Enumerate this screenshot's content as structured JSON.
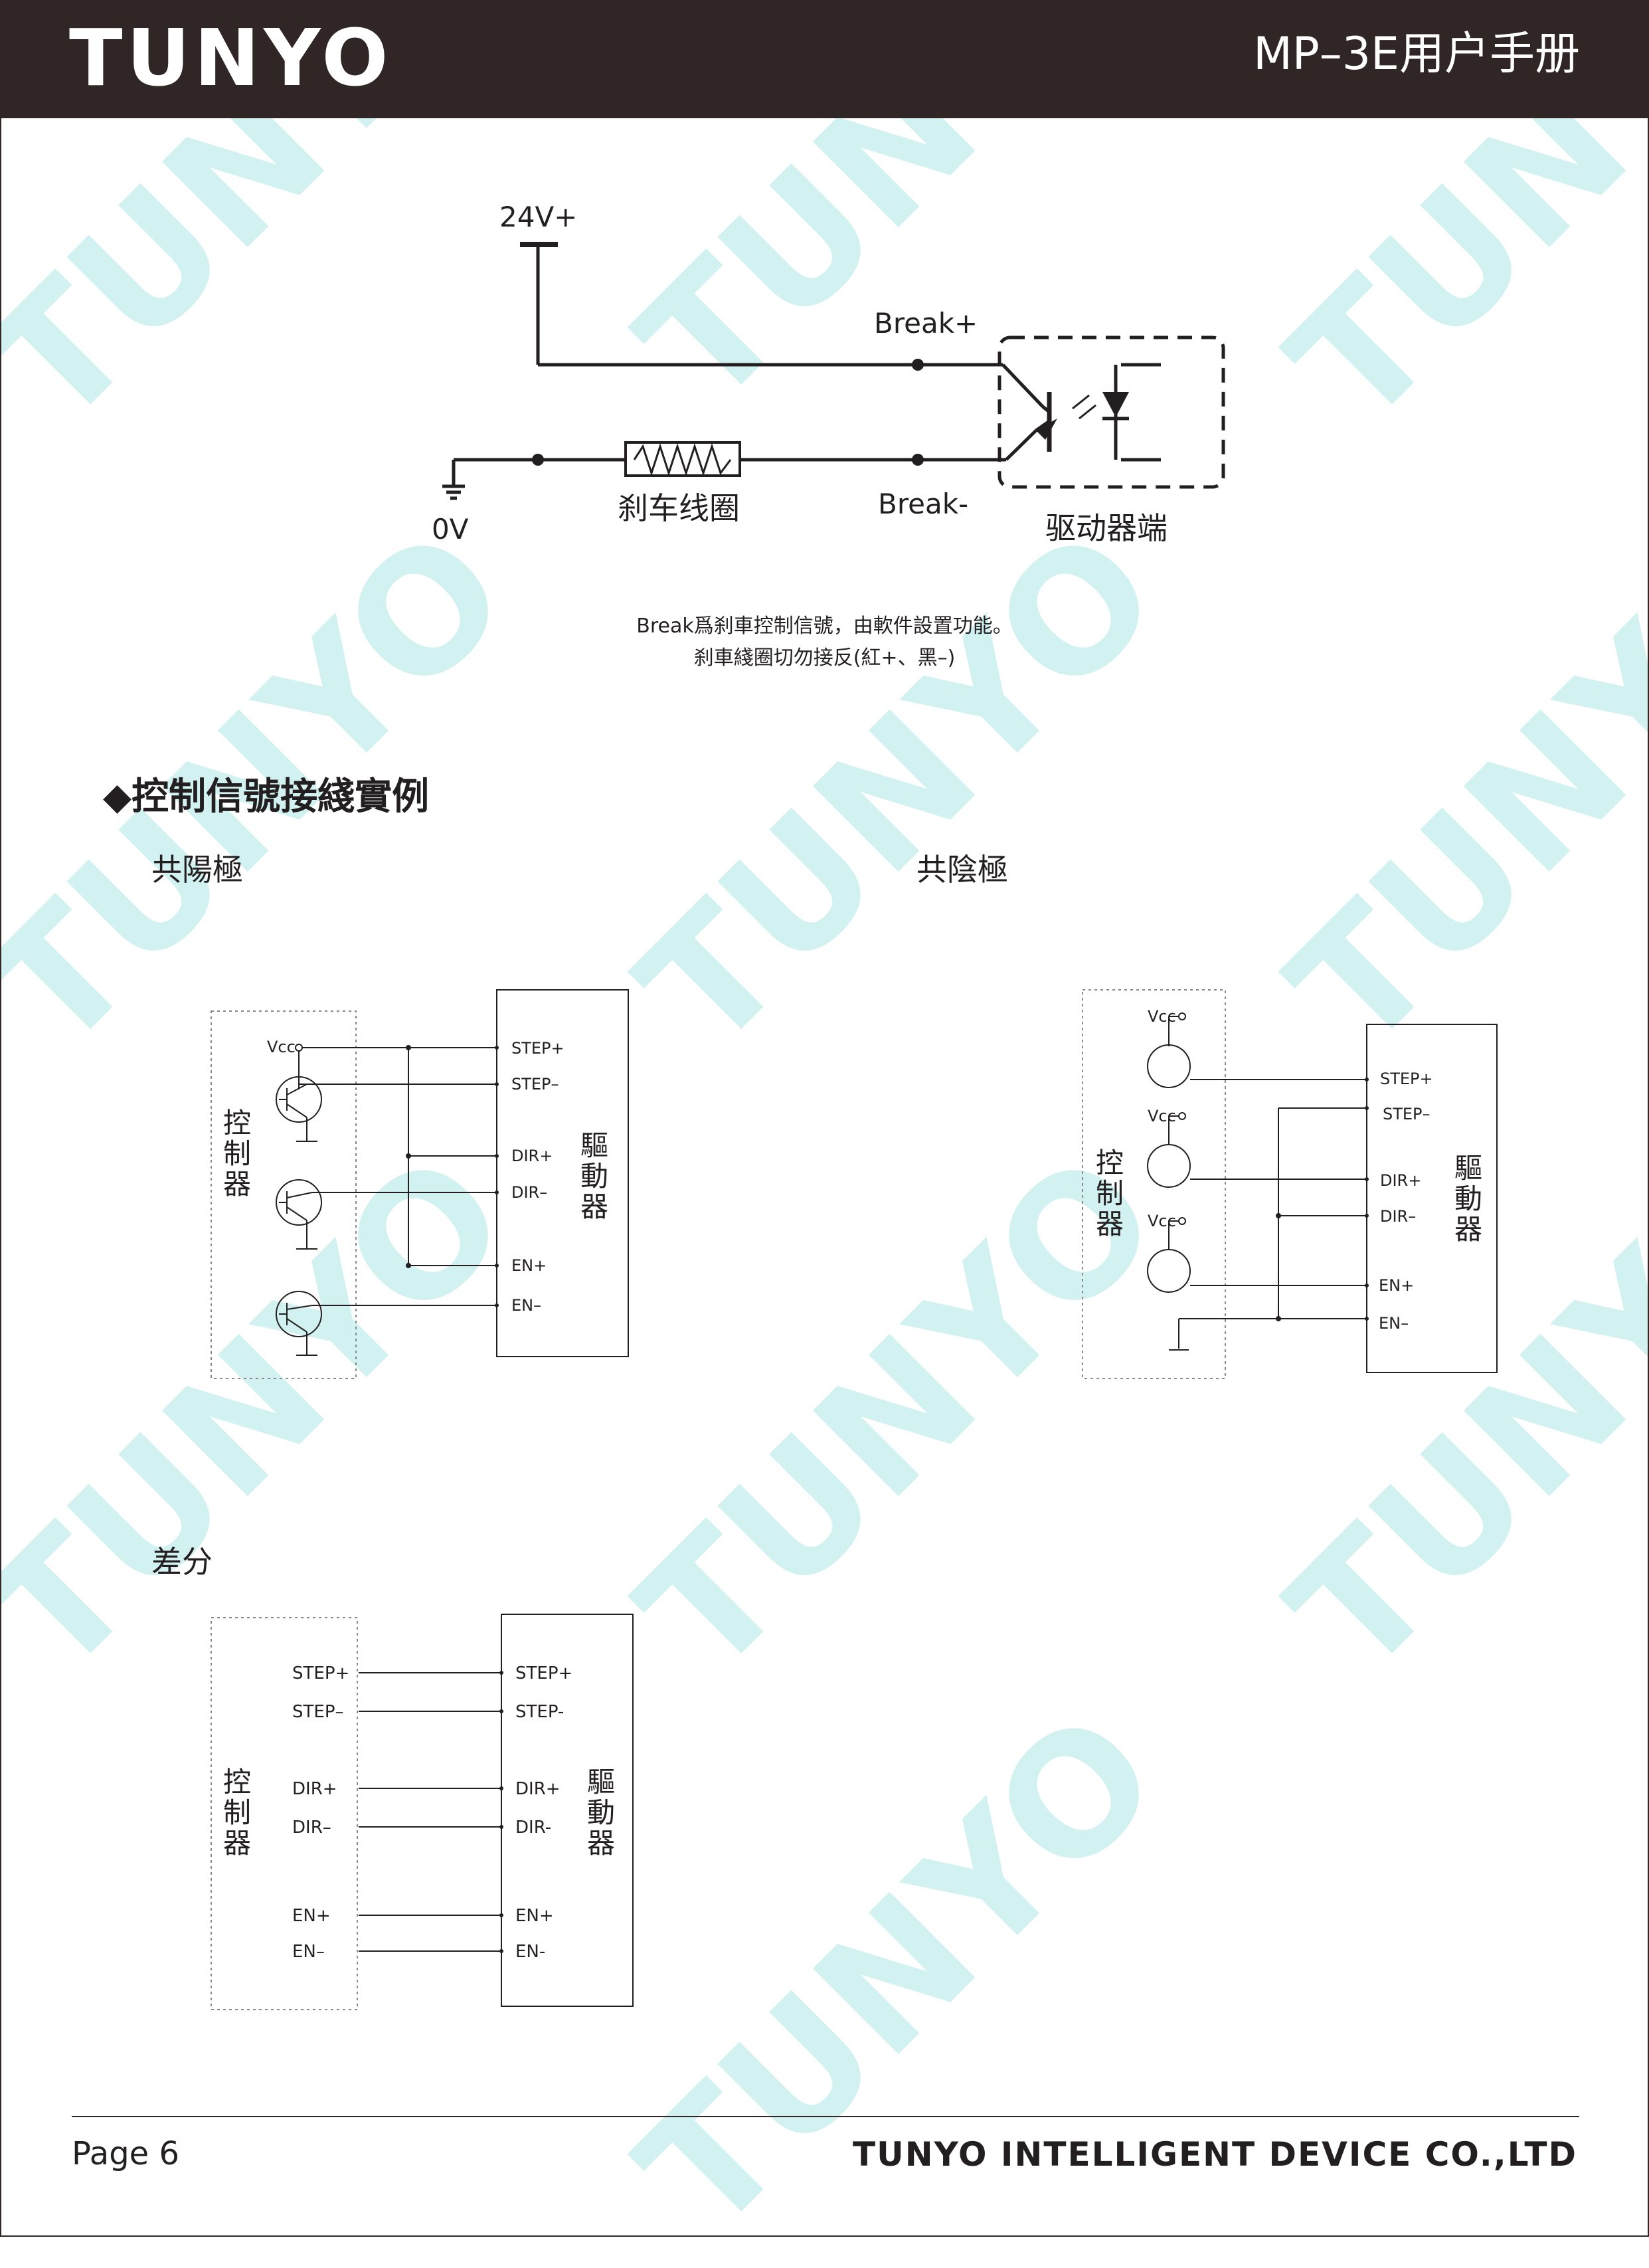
{
  "header": {
    "brand": "TUNYO",
    "title": "MP–3E用户手册"
  },
  "brake_diagram": {
    "v24_label": "24V+",
    "break_plus_label": "Break+",
    "break_minus_label": "Break-",
    "zero_v_label": "0V",
    "coil_label": "刹车线圈",
    "driver_side_label": "驱动器端"
  },
  "caption": {
    "line1": "Break爲刹車控制信號，由軟件設置功能。",
    "line2": "刹車綫圈切勿接反(紅+、黑–)"
  },
  "section": {
    "title": "◆控制信號接綫實例"
  },
  "common_anode": {
    "title": "共陽極",
    "vcc_label": "Vcc",
    "controller_label": "控制器",
    "driver_label": "驅動器",
    "pins": [
      "STEP+",
      "STEP–",
      "DIR+",
      "DIR–",
      "EN+",
      "EN–"
    ]
  },
  "common_cathode": {
    "title": "共陰極",
    "vcc_labels": [
      "Vcc",
      "Vcc",
      "Vcc"
    ],
    "controller_label": "控制器",
    "driver_label": "驅動器",
    "pins": [
      "STEP+",
      "STEP–",
      "DIR+",
      "DIR–",
      "EN+",
      "EN–"
    ]
  },
  "differential": {
    "title": "差分",
    "controller_label": "控制器",
    "driver_label": "驅動器",
    "left_pins": [
      "STEP+",
      "STEP–",
      "DIR+",
      "DIR–",
      "EN+",
      "EN–"
    ],
    "right_pins": [
      "STEP+",
      "STEP-",
      "DIR+",
      "DIR-",
      "EN+",
      "EN-"
    ]
  },
  "footer": {
    "page": "Page 6",
    "company": "TUNYO INTELLIGENT DEVICE CO.,LTD"
  },
  "watermark": {
    "text": "TUNYO"
  }
}
